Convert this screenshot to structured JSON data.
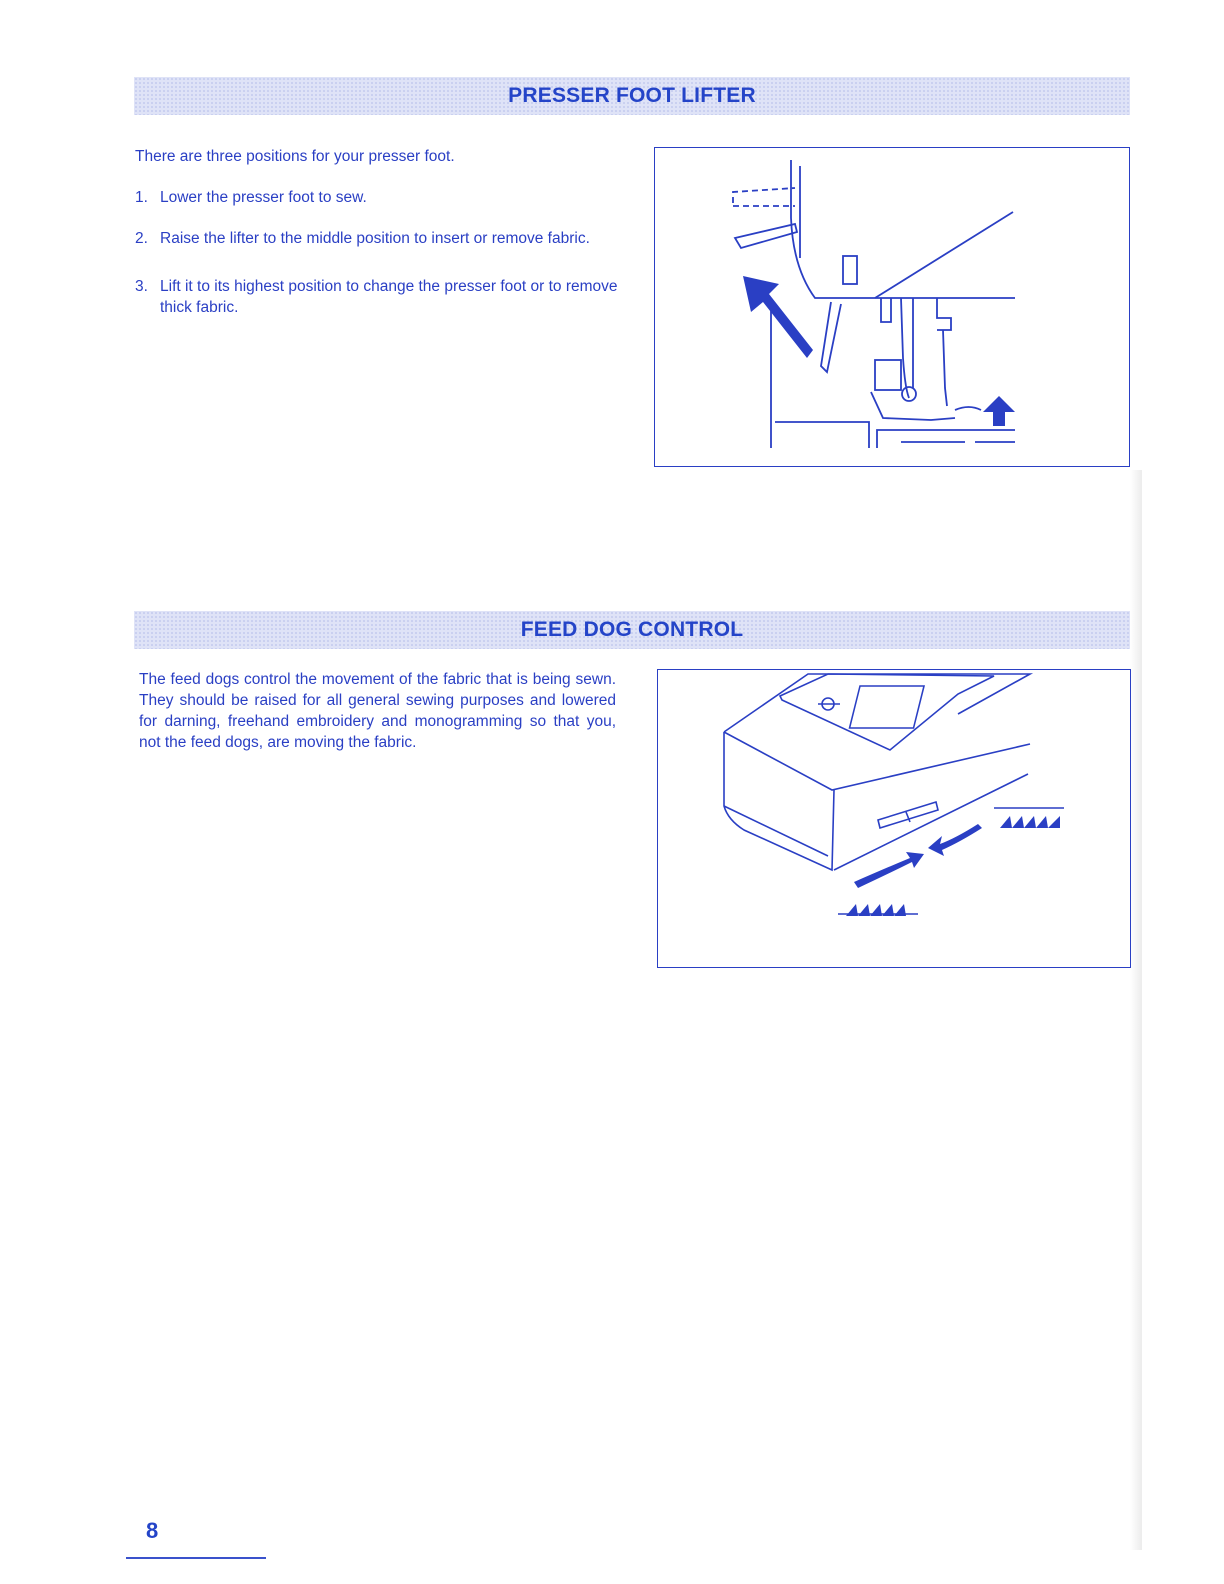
{
  "sections": {
    "presser_foot": {
      "title": "PRESSER FOOT LIFTER",
      "intro": "There are three positions for your presser foot.",
      "steps": [
        {
          "num": "1.",
          "text": "Lower the presser foot to sew."
        },
        {
          "num": "2.",
          "text": "Raise the lifter to the middle position to insert or remove fabric."
        },
        {
          "num": "3.",
          "text": "Lift it to its highest position to change the presser foot or to remove thick fabric."
        }
      ]
    },
    "feed_dog": {
      "title": "FEED DOG CONTROL",
      "paragraph": "The feed dogs control the movement of the fabric that is being sewn. They should be raised for all general sewing purposes and lowered for darning, freehand embroidery and monogramming so that you, not the feed dogs, are moving the fabric."
    }
  },
  "page_number": "8",
  "colors": {
    "ink": "#2a3fc4",
    "banner_bg": "#dfe3f7"
  }
}
